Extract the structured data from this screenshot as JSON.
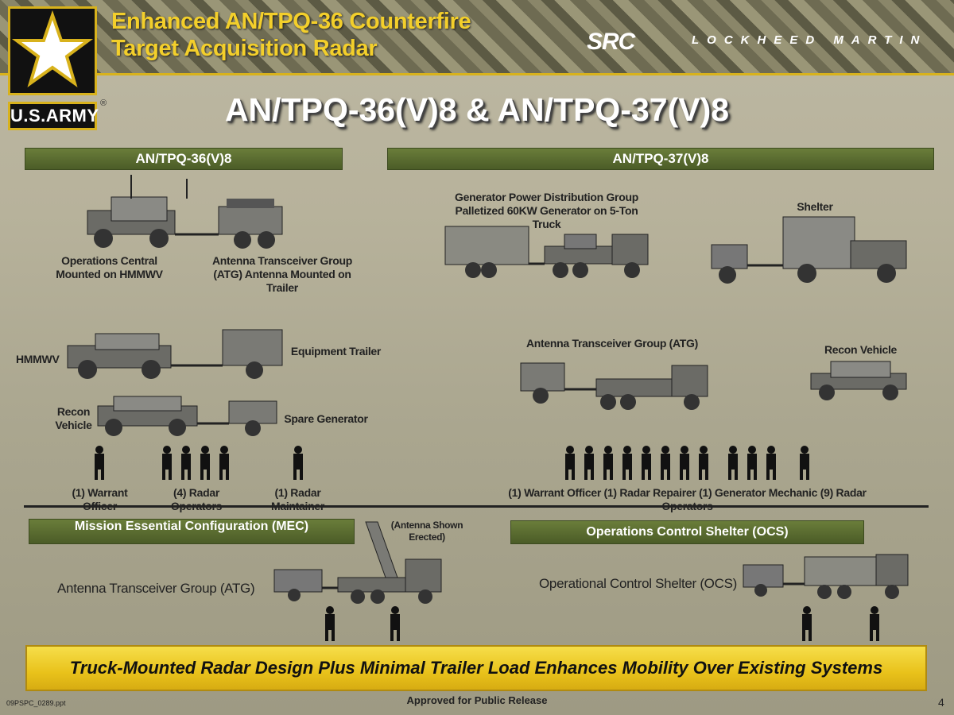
{
  "header": {
    "title_line1": "Enhanced AN/TPQ-36 Counterfire",
    "title_line2": "Target Acquisition Radar",
    "army_wordmark": "U.S.ARMY",
    "registered": "®",
    "src_logo": "SRC",
    "lockheed_logo": "LOCKHEED MARTIN"
  },
  "main_title": "AN/TPQ-36(V)8 & AN/TPQ-37(V)8",
  "left_section": {
    "band": "AN/TPQ-36(V)8",
    "ops_central": "Operations Central Mounted on HMMWV",
    "atg": "Antenna Transceiver Group (ATG) Antenna Mounted on Trailer",
    "hmmwv": "HMMWV",
    "equipment_trailer": "Equipment Trailer",
    "recon_vehicle": "Recon Vehicle",
    "spare_generator": "Spare Generator",
    "crew_1": "(1) Warrant Officer",
    "crew_2": "(4) Radar Operators",
    "crew_3": "(1) Radar Maintainer"
  },
  "right_section": {
    "band": "AN/TPQ-37(V)8",
    "generator_group": "Generator Power Distribution Group Palletized 60KW Generator on 5-Ton Truck",
    "shelter": "Shelter",
    "atg": "Antenna Transceiver Group (ATG)",
    "recon_vehicle": "Recon Vehicle",
    "crew": "(1) Warrant Officer (1) Radar Repairer (1) Generator Mechanic (9) Radar Operators"
  },
  "bottom_left": {
    "band": "Mission Essential Configuration (MEC)",
    "antenna_note": "(Antenna Shown Erected)",
    "atg_label": "Antenna Transceiver Group (ATG)"
  },
  "bottom_right": {
    "band": "Operations Control Shelter (OCS)",
    "ocs_label": "Operational Control Shelter (OCS)"
  },
  "banner": "Truck-Mounted Radar Design Plus Minimal Trailer Load Enhances Mobility Over Existing Systems",
  "footer": {
    "file": "09PSPC_0289.ppt",
    "release": "Approved for Public Release",
    "page": "4"
  },
  "colors": {
    "title_gold": "#f3cf2b",
    "band_green": "#5b6d2f",
    "banner_yellow": "#e9c21b"
  }
}
